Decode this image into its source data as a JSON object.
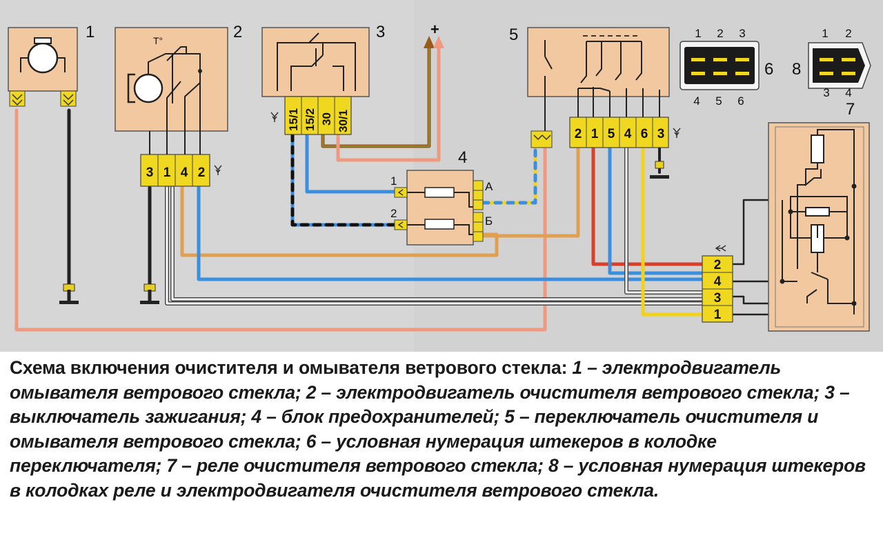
{
  "component_numbers": {
    "c1": "1",
    "c2": "2",
    "c3": "3",
    "c4": "4",
    "c5": "5",
    "c6": "6",
    "c7": "7",
    "c8": "8"
  },
  "motor2_temp_label": "T°",
  "ignition_pins": [
    "15/1",
    "15/2",
    "30",
    "30/1"
  ],
  "supply_label": "+",
  "motor2_pins": [
    "3",
    "1",
    "4",
    "2"
  ],
  "switch_pins": [
    "2",
    "1",
    "5",
    "4",
    "6",
    "3"
  ],
  "relay_pins": [
    "2",
    "4",
    "3",
    "1"
  ],
  "fuse_inputs": [
    "1",
    "2"
  ],
  "fuse_outputs": [
    "А",
    "Б"
  ],
  "plug6_top": [
    "1",
    "2",
    "3"
  ],
  "plug6_bottom": [
    "4",
    "5",
    "6"
  ],
  "plug8_top": [
    "1",
    "2"
  ],
  "plug8_bottom": [
    "3",
    "4"
  ],
  "wire_colors": {
    "pink": "#ef9a80",
    "orange": "#e0a050",
    "blue": "#3a8fde",
    "red": "#d8402a",
    "yellow": "#f2d21a",
    "brown": "#9a5a1a",
    "black": "#222222",
    "white": "#ffffff"
  },
  "caption": {
    "lead": "Схема включения очистителя и омывателя ветрового стекла:",
    "rest": " 1 – электродвигатель омывателя ветрового стекла; 2 – электродвигатель очистителя ветрового стекла; 3 – выключатель зажигания; 4 – блок предохранителей; 5 – переключатель очистителя и омывателя ветрового стекла; 6 – условная нумерация штекеров в колодке переключателя; 7 – реле очистителя ветрового стекла; 8 – условная нумерация штекеров в колодках реле и электродвигателя очистителя ветрового стекла."
  }
}
